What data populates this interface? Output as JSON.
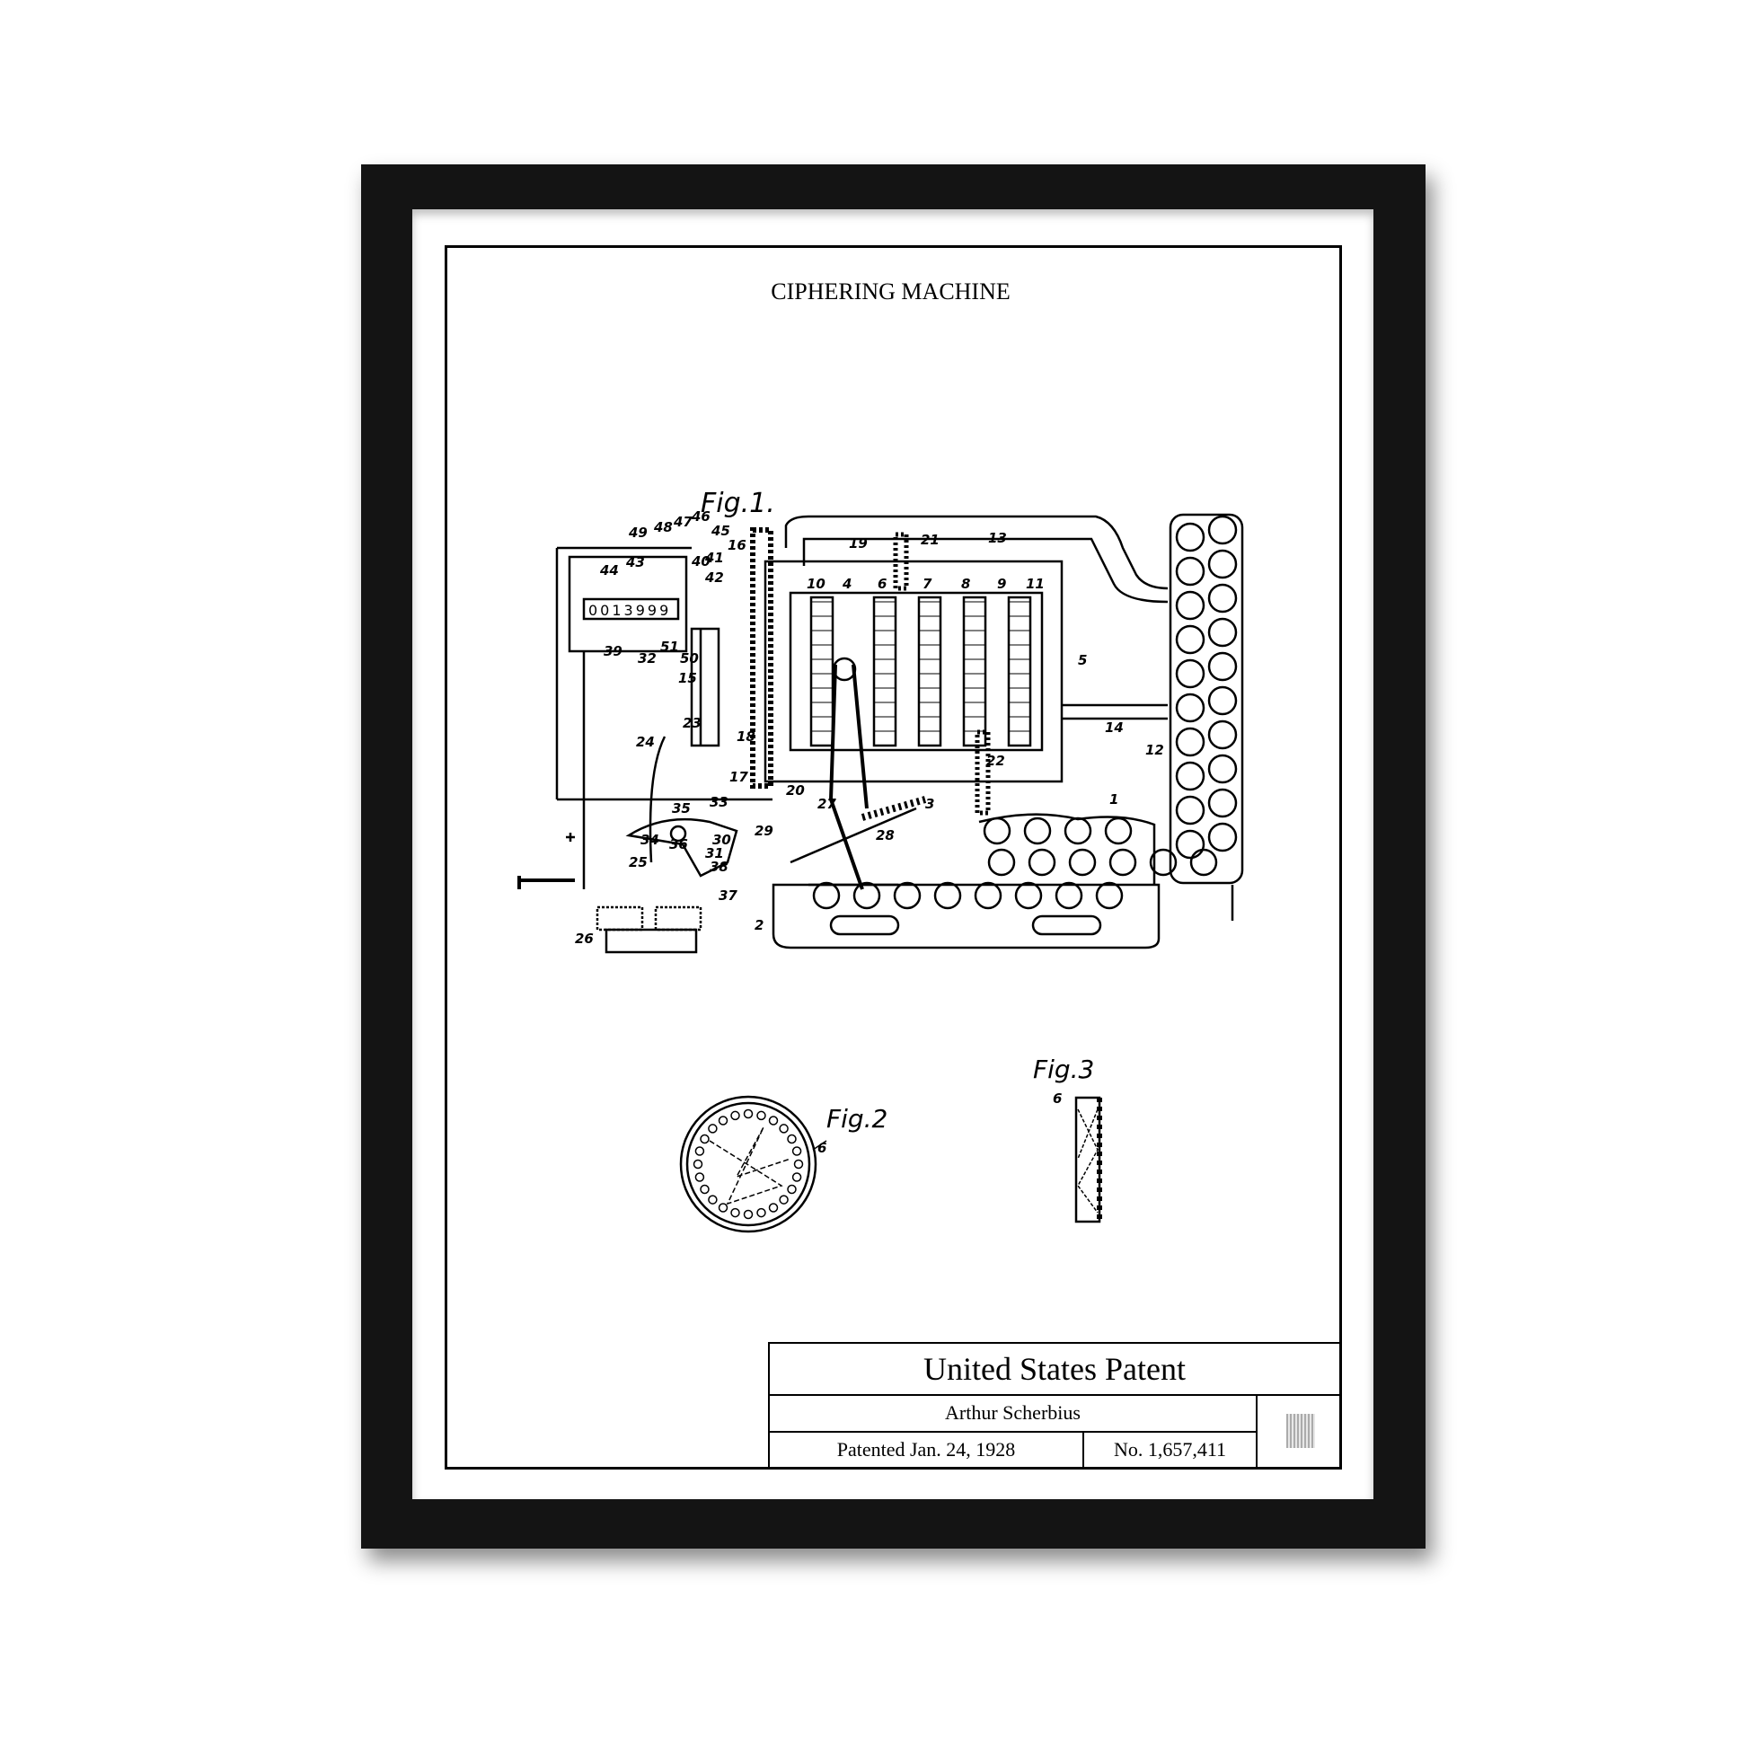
{
  "poster": {
    "title": "CIPHERING MACHINE",
    "figures": {
      "fig1": "Fig.1.",
      "fig2": "Fig.2",
      "fig3": "Fig.3"
    },
    "counter_digits": "0013999",
    "reference_numerals": [
      "49",
      "48",
      "47",
      "46",
      "45",
      "43",
      "41",
      "40",
      "42",
      "44",
      "39",
      "32",
      "51",
      "50",
      "15",
      "16",
      "19",
      "21",
      "13",
      "10",
      "4",
      "6",
      "7",
      "8",
      "9",
      "11",
      "5",
      "14",
      "12",
      "18",
      "23",
      "24",
      "17",
      "20",
      "27",
      "28",
      "3",
      "22",
      "1",
      "33",
      "35",
      "34",
      "36",
      "31",
      "30",
      "29",
      "38",
      "37",
      "25",
      "26",
      "2",
      "6",
      "6"
    ],
    "title_block": {
      "heading": "United States Patent",
      "inventor": "Arthur Scherbius",
      "date": "Patented Jan. 24, 1928",
      "number": "No. 1,657,411"
    }
  },
  "colors": {
    "frame": "#141414",
    "ink": "#000000",
    "paper": "#ffffff"
  }
}
